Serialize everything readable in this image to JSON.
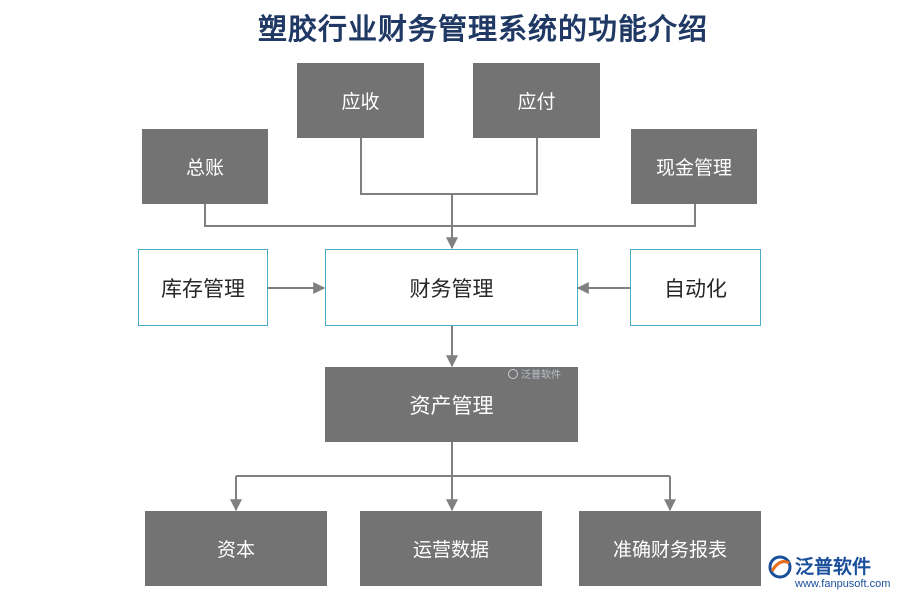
{
  "title": "塑胶行业财务管理系统的功能介绍",
  "nodes": {
    "receivable": "应收",
    "payable": "应付",
    "general_ledger": "总账",
    "cash_management": "现金管理",
    "inventory_management": "库存管理",
    "financial_management": "财务管理",
    "automation": "自动化",
    "asset_management": "资产管理",
    "capital": "资本",
    "operating_data": "运营数据",
    "accurate_financial_statements": "准确财务报表"
  },
  "watermark": "泛普软件",
  "brand": {
    "name": "泛普软件",
    "url": "www.fanpusoft.com"
  },
  "colors": {
    "title": "#1f3864",
    "dark_box": "#737373",
    "light_border": "#4bacc6",
    "connector": "#808080",
    "brand": "#1a4f9c",
    "brand_accent": "#e8701a"
  }
}
